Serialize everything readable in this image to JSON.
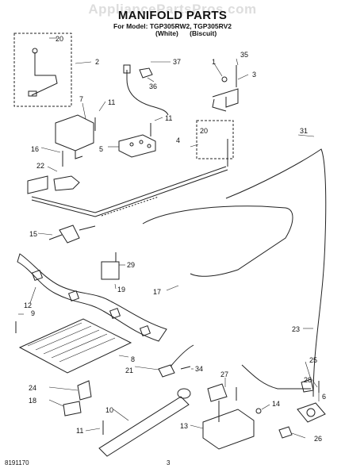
{
  "watermark": "AppliancePartsPros.com",
  "header": {
    "title": "MANIFOLD PARTS",
    "model_line": "For Model: TGP305RW2, TGP305RV2",
    "variants": [
      "(White)",
      "(Biscuit)"
    ]
  },
  "callouts": [
    "20",
    "2",
    "37",
    "36",
    "1",
    "35",
    "3",
    "7",
    "11",
    "11",
    "31",
    "20",
    "4",
    "5",
    "16",
    "22",
    "15",
    "29",
    "19",
    "17",
    "12",
    "9",
    "8",
    "23",
    "21",
    "34",
    "25",
    "28",
    "27",
    "6",
    "24",
    "18",
    "14",
    "10",
    "11",
    "13",
    "26"
  ],
  "footer": {
    "doc_number": "8191170",
    "page_number": "3"
  }
}
